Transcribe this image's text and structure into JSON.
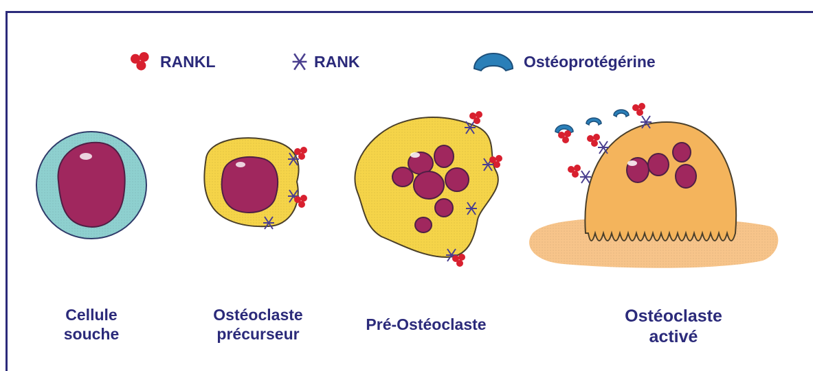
{
  "legend": {
    "rankl": "RANKL",
    "rank": "RANK",
    "opg": "Ostéoprotégérine"
  },
  "stages": {
    "stem": {
      "line1": "Cellule",
      "line2": "souche"
    },
    "precursor": {
      "line1": "Ostéoclaste",
      "line2": "précurseur"
    },
    "pre": {
      "line1": "Pré-Ostéoclaste"
    },
    "active": {
      "line1": "Ostéoclaste",
      "line2": "activé"
    }
  },
  "colors": {
    "frame": "#2b2a7a",
    "text": "#2b2a7a",
    "rankl": "#d8202f",
    "rank": "#4a3f8f",
    "opg": "#2a7fb8",
    "stem_membrane": "#8ed0cf",
    "nucleus": "#a0275e",
    "cytoplasm_yellow": "#f5d449",
    "cytoplasm_orange": "#f4b45c",
    "bone": "#f7c48a"
  }
}
